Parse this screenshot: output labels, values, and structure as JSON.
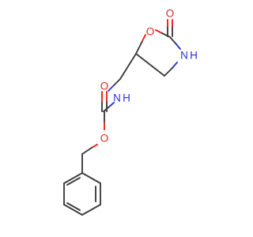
{
  "colors": {
    "bond": "#3c3c3c",
    "oxygen": "#e8231a",
    "nitrogen": "#2b33d4",
    "background": "#ffffff"
  },
  "atoms": {
    "ring_oxygen": "O",
    "carbonyl_oxygen_ring": "O",
    "ring_nitrogen": "N",
    "ring_nitrogen_hydrogen": "H",
    "carbamate_nitrogen": "N",
    "carbamate_nitrogen_hydrogen": "H",
    "carbamate_carbonyl_oxygen": "O",
    "ester_oxygen": "O"
  }
}
